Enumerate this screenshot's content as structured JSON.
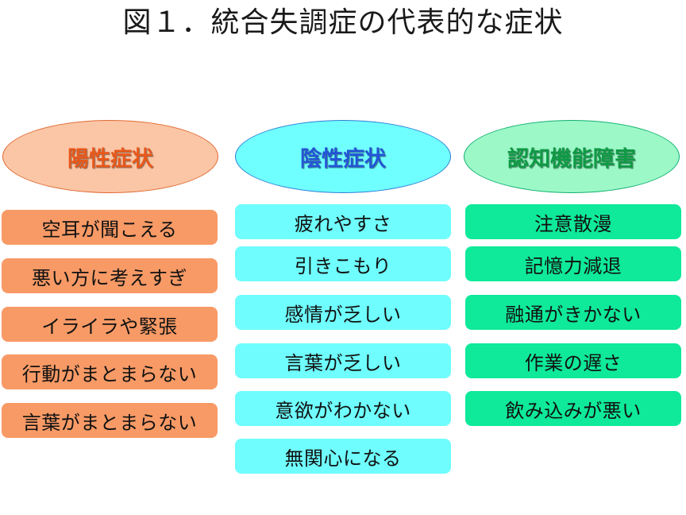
{
  "title": "図１．統合失調症の代表的な症状",
  "columns": [
    {
      "header": "陽性症状",
      "items": [
        "空耳が聞こえる",
        "悪い方に考えすぎ",
        "イライラや緊張",
        "行動がまとまらない",
        "言葉がまとまらない"
      ]
    },
    {
      "header": "陰性症状",
      "items": [
        "疲れやすさ",
        "引きこもり",
        "感情が乏しい",
        "言葉が乏しい",
        "意欲がわかない",
        "無関心になる"
      ]
    },
    {
      "header": "認知機能障害",
      "items": [
        "注意散漫",
        "記憶力減退",
        "融通がきかない",
        "作業の遅さ",
        "飲み込みが悪い"
      ]
    }
  ],
  "colors": {
    "positive_fill": "#f79a66",
    "positive_header": "#fbc6a6",
    "negative_fill": "#6ffdfd",
    "cognitive_fill": "#0fe99a",
    "cognitive_header": "#9cf8c7"
  }
}
